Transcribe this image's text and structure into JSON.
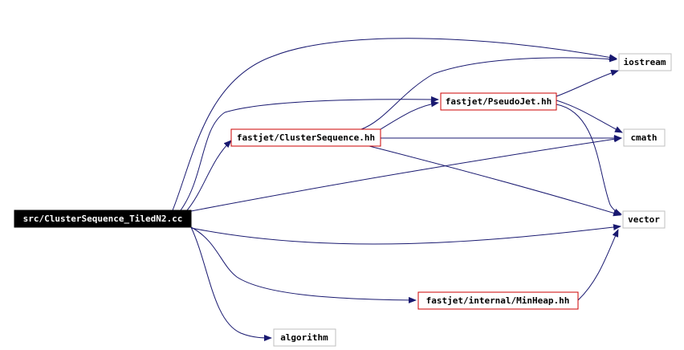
{
  "colors": {
    "background": "#ffffff",
    "edge": "#191970",
    "root_fill": "#000000",
    "root_text": "#ffffff",
    "local_border": "#cc0000",
    "system_border": "#bfbfbf",
    "text": "#000000"
  },
  "nodes": {
    "root": {
      "label": "src/ClusterSequence_TiledN2.cc",
      "kind": "root"
    },
    "cluster_sequence": {
      "label": "fastjet/ClusterSequence.hh",
      "kind": "local"
    },
    "pseudojet": {
      "label": "fastjet/PseudoJet.hh",
      "kind": "local"
    },
    "minheap": {
      "label": "fastjet/internal/MinHeap.hh",
      "kind": "local"
    },
    "iostream": {
      "label": "iostream",
      "kind": "system"
    },
    "cmath": {
      "label": "cmath",
      "kind": "system"
    },
    "vector": {
      "label": "vector",
      "kind": "system"
    },
    "algorithm": {
      "label": "algorithm",
      "kind": "system"
    }
  },
  "edges": [
    {
      "from": "root",
      "to": "iostream"
    },
    {
      "from": "root",
      "to": "cluster_sequence"
    },
    {
      "from": "root",
      "to": "pseudojet"
    },
    {
      "from": "root",
      "to": "cmath"
    },
    {
      "from": "root",
      "to": "vector"
    },
    {
      "from": "root",
      "to": "minheap"
    },
    {
      "from": "root",
      "to": "algorithm"
    },
    {
      "from": "cluster_sequence",
      "to": "iostream"
    },
    {
      "from": "cluster_sequence",
      "to": "pseudojet"
    },
    {
      "from": "cluster_sequence",
      "to": "cmath"
    },
    {
      "from": "cluster_sequence",
      "to": "vector"
    },
    {
      "from": "pseudojet",
      "to": "iostream"
    },
    {
      "from": "pseudojet",
      "to": "cmath"
    },
    {
      "from": "pseudojet",
      "to": "vector"
    },
    {
      "from": "minheap",
      "to": "vector"
    }
  ]
}
